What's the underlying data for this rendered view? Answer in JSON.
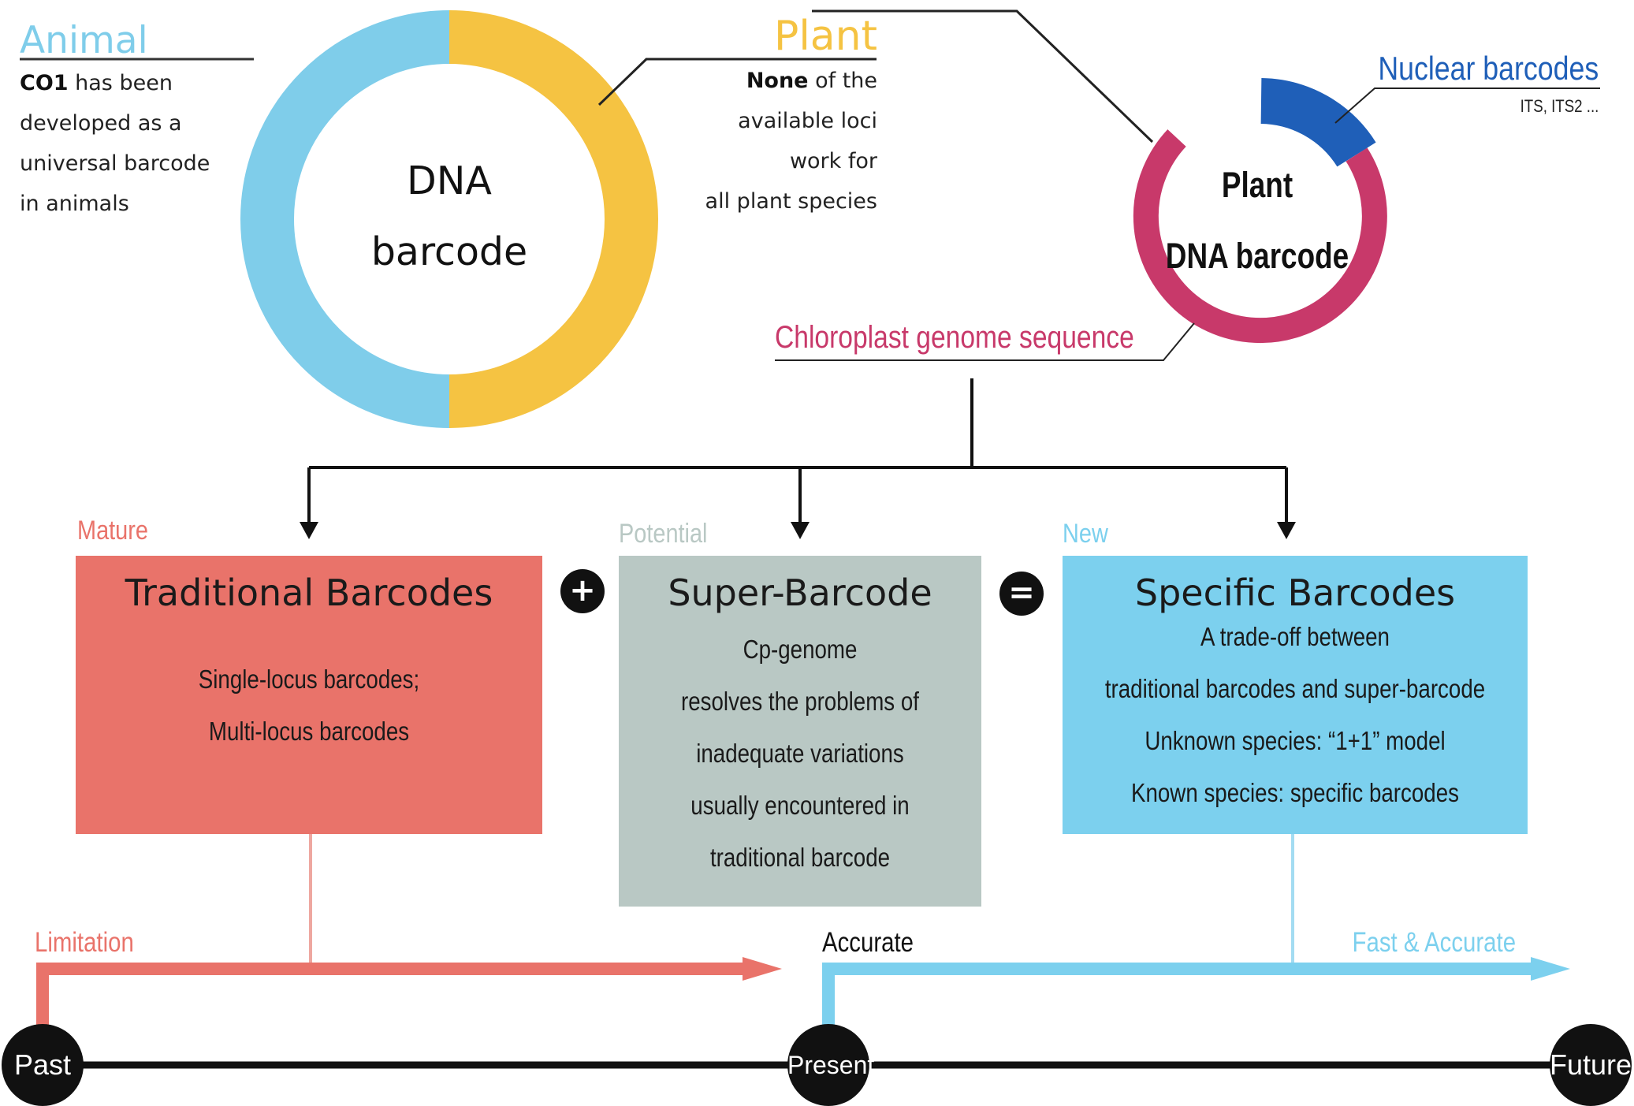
{
  "animal": {
    "heading": "Animal",
    "line1_bold": "CO1",
    "line1_rest": " has been",
    "line2": "developed as a",
    "line3": "universal barcode",
    "line4": "in animals"
  },
  "plant": {
    "heading": "Plant",
    "line1_bold": "None",
    "line1_rest": " of the",
    "line2": "available loci",
    "line3": "work for",
    "line4": "all plant species"
  },
  "donut_dna": {
    "line1": "DNA",
    "line2": "barcode"
  },
  "plant_ring": {
    "line1": "Plant",
    "line2": "DNA barcode"
  },
  "nuclear": {
    "heading": "Nuclear barcodes",
    "sub": "ITS, ITS2 ..."
  },
  "chloroplast": {
    "label": "Chloroplast genome sequence"
  },
  "boxes": {
    "traditional": {
      "tag": "Mature",
      "title": "Traditional Barcodes",
      "lines": [
        "Single-locus barcodes;",
        "Multi-locus barcodes"
      ]
    },
    "super": {
      "tag": "Potential",
      "title": "Super-Barcode",
      "lines": [
        "Cp-genome",
        "resolves the problems of",
        "inadequate variations",
        "usually encountered in",
        "traditional barcode"
      ]
    },
    "specific": {
      "tag": "New",
      "title": "Specific Barcodes",
      "lines": [
        "A trade-off between",
        "traditional barcodes and super-barcode",
        "Unknown species: “1+1” model",
        "Known species: specific barcodes"
      ]
    }
  },
  "operators": {
    "plus": "+",
    "equals": "="
  },
  "timeline": {
    "limitation": "Limitation",
    "accurate": "Accurate",
    "fast_accurate": "Fast & Accurate",
    "past": "Past",
    "present": "Present",
    "future": "Future"
  },
  "colors": {
    "animal_blue": "#7fcdea",
    "plant_yellow": "#f5c342",
    "nuclear_blue": "#1f5fb8",
    "chloroplast_red": "#c8396a",
    "traditional_red": "#e9736a",
    "super_grey": "#b9c8c4",
    "specific_blue": "#7cd0ee"
  }
}
